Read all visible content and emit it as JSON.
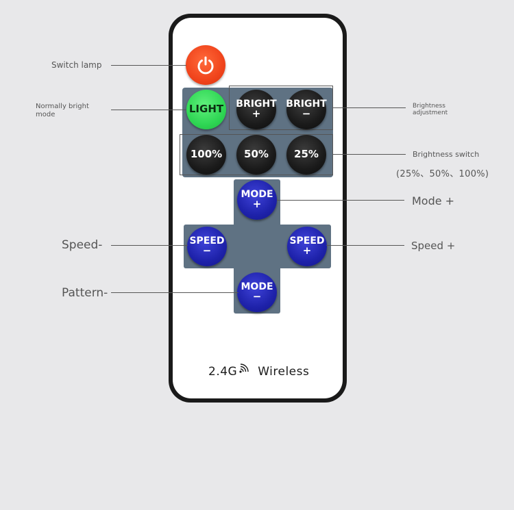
{
  "annotations": {
    "switch_lamp": "Switch lamp",
    "normally_bright_line1": "Normally bright",
    "normally_bright_line2": "mode",
    "brightness_adj_line1": "Brightness",
    "brightness_adj_line2": "adjustment",
    "brightness_switch": "Brightness switch",
    "brightness_values": "(25%、50%、100%)",
    "mode_plus": "Mode +",
    "speed_minus": "Speed-",
    "speed_plus": "Speed +",
    "pattern_minus": "Pattern-"
  },
  "buttons": {
    "light": "LIGHT",
    "bright": "BRIGHT",
    "plus": "+",
    "minus": "−",
    "pct_100": "100%",
    "pct_50": "50%",
    "pct_25": "25%",
    "mode": "MODE",
    "speed": "SPEED"
  },
  "brand": {
    "frequency": "2.4G",
    "wireless": "Wireless"
  },
  "colors": {
    "power": "#f0441c",
    "light_button": "#2fd654",
    "mode_speed_buttons": "#1e22aa",
    "keypad_panel": "#5f7283"
  },
  "icons": {
    "power": "power-icon",
    "wireless": "wifi-signal-icon"
  }
}
